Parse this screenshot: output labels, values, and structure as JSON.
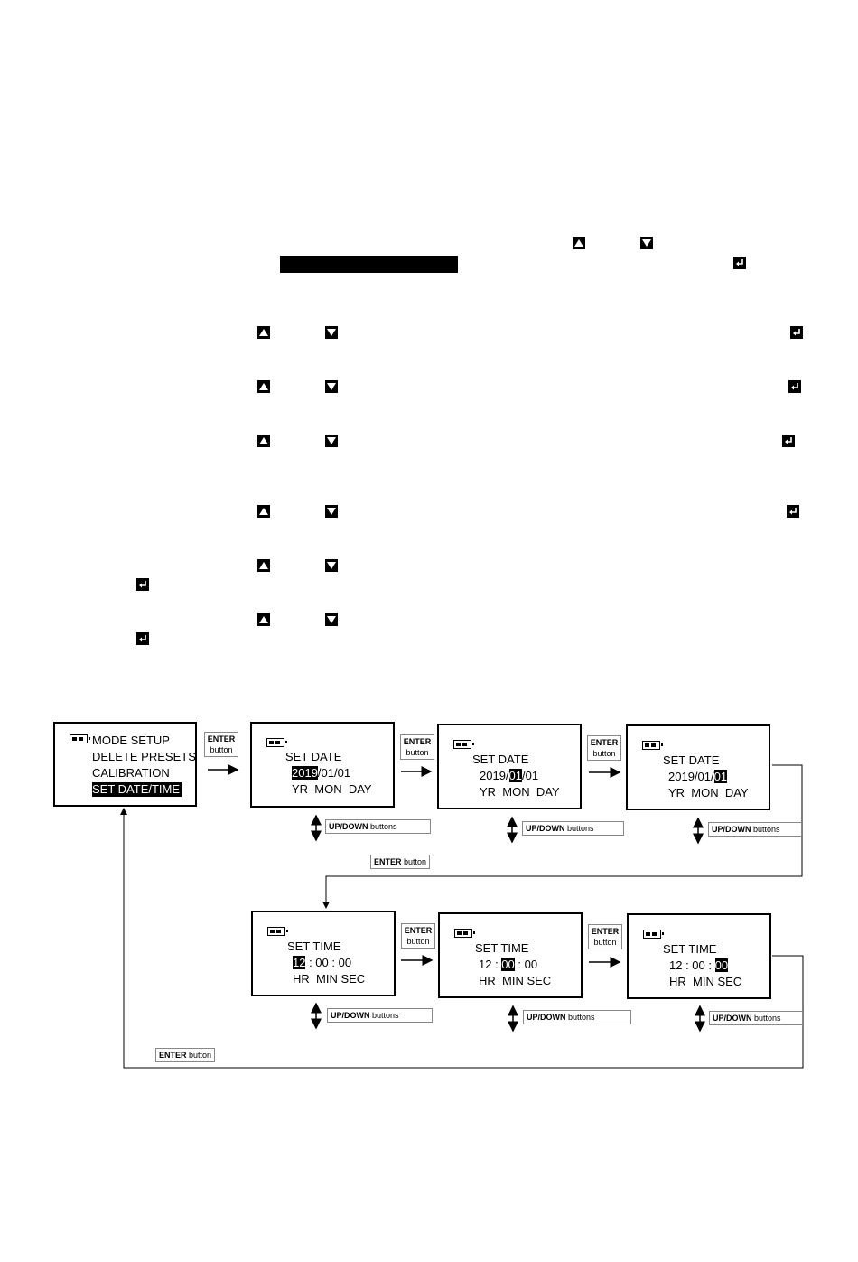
{
  "menu": {
    "items": [
      "MODE SETUP",
      "DELETE PRESETS",
      "CALIBRATION",
      "SET DATE/TIME"
    ],
    "selected_index": 3
  },
  "date_screens": [
    {
      "title": "SET DATE",
      "pre": "",
      "hl": "2019",
      "post": "/01/01",
      "units": "YR  MON  DAY"
    },
    {
      "title": "SET DATE",
      "pre": "2019/",
      "hl": "01",
      "post": "/01",
      "units": "YR  MON  DAY"
    },
    {
      "title": "SET DATE",
      "pre": "2019/01/",
      "hl": "01",
      "post": "",
      "units": "YR  MON  DAY"
    }
  ],
  "time_screens": [
    {
      "title": "SET TIME",
      "pre": "",
      "hl": "12",
      "post": " : 00 : 00",
      "units": "HR  MIN SEC"
    },
    {
      "title": "SET TIME",
      "pre": "12 : ",
      "hl": "00",
      "post": " : 00",
      "units": "HR  MIN SEC"
    },
    {
      "title": "SET TIME",
      "pre": "12 : 00 : ",
      "hl": "00",
      "post": "",
      "units": "HR  MIN SEC"
    }
  ],
  "labels": {
    "enter_top": "ENTER",
    "enter_bottom": "button",
    "updown_bold": "UP/DOWN",
    "updown_rest": " buttons",
    "enter_bold": "ENTER",
    "enter_rest": " button"
  }
}
